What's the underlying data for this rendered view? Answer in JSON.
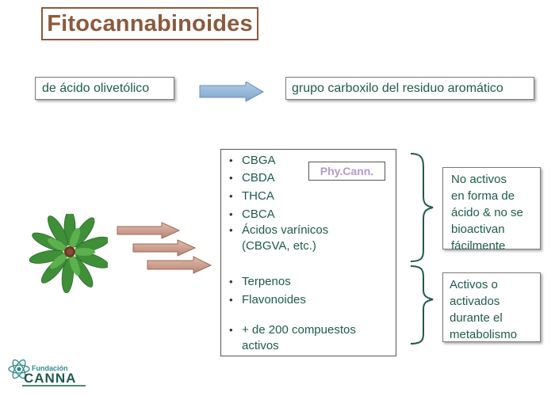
{
  "title": "Fitocannabinoides",
  "decarboxylation": {
    "source": "de ácido olivetólico",
    "target": "grupo carboxilo del residuo aromático"
  },
  "compounds": {
    "items": [
      "CBGA",
      "CBDA",
      "THCA",
      "CBCA",
      "Ácidos varínicos\n(CBGVA, etc.)",
      "Terpenos",
      "Flavonoides",
      "+ de 200 compuestos\nactivos"
    ],
    "badge": "Phy.Cann."
  },
  "groups": {
    "inactive": "No activos\nen forma de\nácido & no se\nbioactivan\nfácilmente",
    "active": "Activos o\nactivados\ndurante el\nmetabolismo"
  },
  "logo": {
    "small_text": "Fundación",
    "big_text": "CANNA"
  },
  "colors": {
    "title": "#8b5a3c",
    "text": "#1e5a4c",
    "badge": "#b59ac6",
    "blue_arrow": "#8fb4d6",
    "brown_arrow": "#c99c8a",
    "brace": "#1e5a4c",
    "plant": "#3a8a36"
  },
  "icons": [
    "plant-icon",
    "logo-atom-icon"
  ]
}
